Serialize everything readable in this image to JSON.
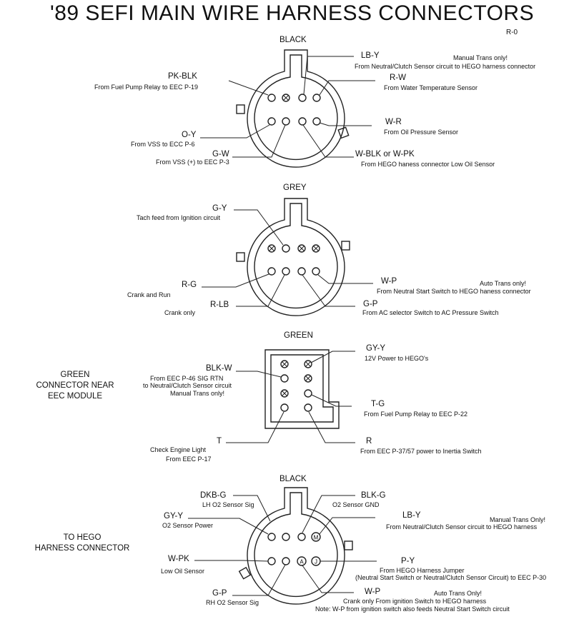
{
  "title": "'89 SEFI MAIN WIRE HARNESS CONNECTORS",
  "revision": "R-0",
  "connector1": {
    "header": "BLACK",
    "pk_blk": {
      "code": "PK-BLK",
      "desc": "From Fuel Pump Relay to EEC P-19"
    },
    "o_y": {
      "code": "O-Y",
      "desc": "From VSS to ECC P-6"
    },
    "g_w": {
      "code": "G-W",
      "desc": "From VSS (+) to EEC P-3"
    },
    "lb_y": {
      "code": "LB-Y",
      "note": "Manual Trans only!",
      "desc": "From Neutral/Clutch Sensor circuit to HEGO harness connector"
    },
    "r_w": {
      "code": "R-W",
      "desc": "From Water Temperature Sensor"
    },
    "w_r": {
      "code": "W-R",
      "desc": "From Oil Pressure Sensor"
    },
    "w_blk": {
      "code": "W-BLK or W-PK",
      "desc": "From HEGO haness connector Low Oil Sensor"
    }
  },
  "connector2": {
    "header": "GREY",
    "g_y": {
      "code": "G-Y",
      "desc": "Tach feed from Ignition circuit"
    },
    "r_g": {
      "code": "R-G",
      "desc": "Crank and Run"
    },
    "r_lb": {
      "code": "R-LB",
      "desc": "Crank only"
    },
    "w_p": {
      "code": "W-P",
      "note": "Auto Trans only!",
      "desc": "From Neutral Start Switch to HEGO haness connector"
    },
    "g_p": {
      "code": "G-P",
      "desc": "From AC selector Switch to AC Pressure Switch"
    }
  },
  "connector3": {
    "header": "GREEN",
    "side_label": [
      "GREEN",
      "CONNECTOR NEAR",
      "EEC MODULE"
    ],
    "blk_w": {
      "code": "BLK-W",
      "desc1": "From EEC P-46 SIG RTN",
      "desc2": "to Neutral/Clutch Sensor circuit",
      "desc3": "Manual Trans only!"
    },
    "t": {
      "code": "T",
      "desc1": "Check Engine Light",
      "desc2": "From EEC P-17"
    },
    "gy_y": {
      "code": "GY-Y",
      "desc": "12V Power to HEGO's"
    },
    "t_g": {
      "code": "T-G",
      "desc": "From Fuel Pump Relay to EEC P-22"
    },
    "r": {
      "code": "R",
      "desc": "From EEC P-37/57 power to Inertia Switch"
    }
  },
  "connector4": {
    "header": "BLACK",
    "side_label": [
      "TO HEGO",
      "HARNESS CONNECTOR"
    ],
    "dkb_g": {
      "code": "DKB-G",
      "desc": "LH O2 Sensor Sig"
    },
    "gy_y": {
      "code": "GY-Y",
      "desc": "O2 Sensor Power"
    },
    "w_pk": {
      "code": "W-PK",
      "desc": "Low Oil Sensor"
    },
    "g_p": {
      "code": "G-P",
      "desc": "RH O2 Sensor Sig"
    },
    "blk_g": {
      "code": "BLK-G",
      "desc": "O2 Sensor GND"
    },
    "lb_y": {
      "code": "LB-Y",
      "note": "Manual Trans Only!",
      "desc": "From Neutral/Clutch Sensor circuit to HEGO harness"
    },
    "p_y": {
      "code": "P-Y",
      "desc1": "From HEGO Harness Jumper",
      "desc2": "(Neutral Start Switch or Neutral/Clutch Sensor Circuit) to EEC P-30"
    },
    "w_p": {
      "code": "W-P",
      "note": "Auto Trans Only!",
      "desc1": "Crank only From ignition Switch to HEGO harness",
      "desc2": "Note: W-P from ignition switch also feeds Neutral Start Switch circuit"
    },
    "pin_letters": {
      "m": "M",
      "a": "A",
      "j": "J"
    }
  }
}
